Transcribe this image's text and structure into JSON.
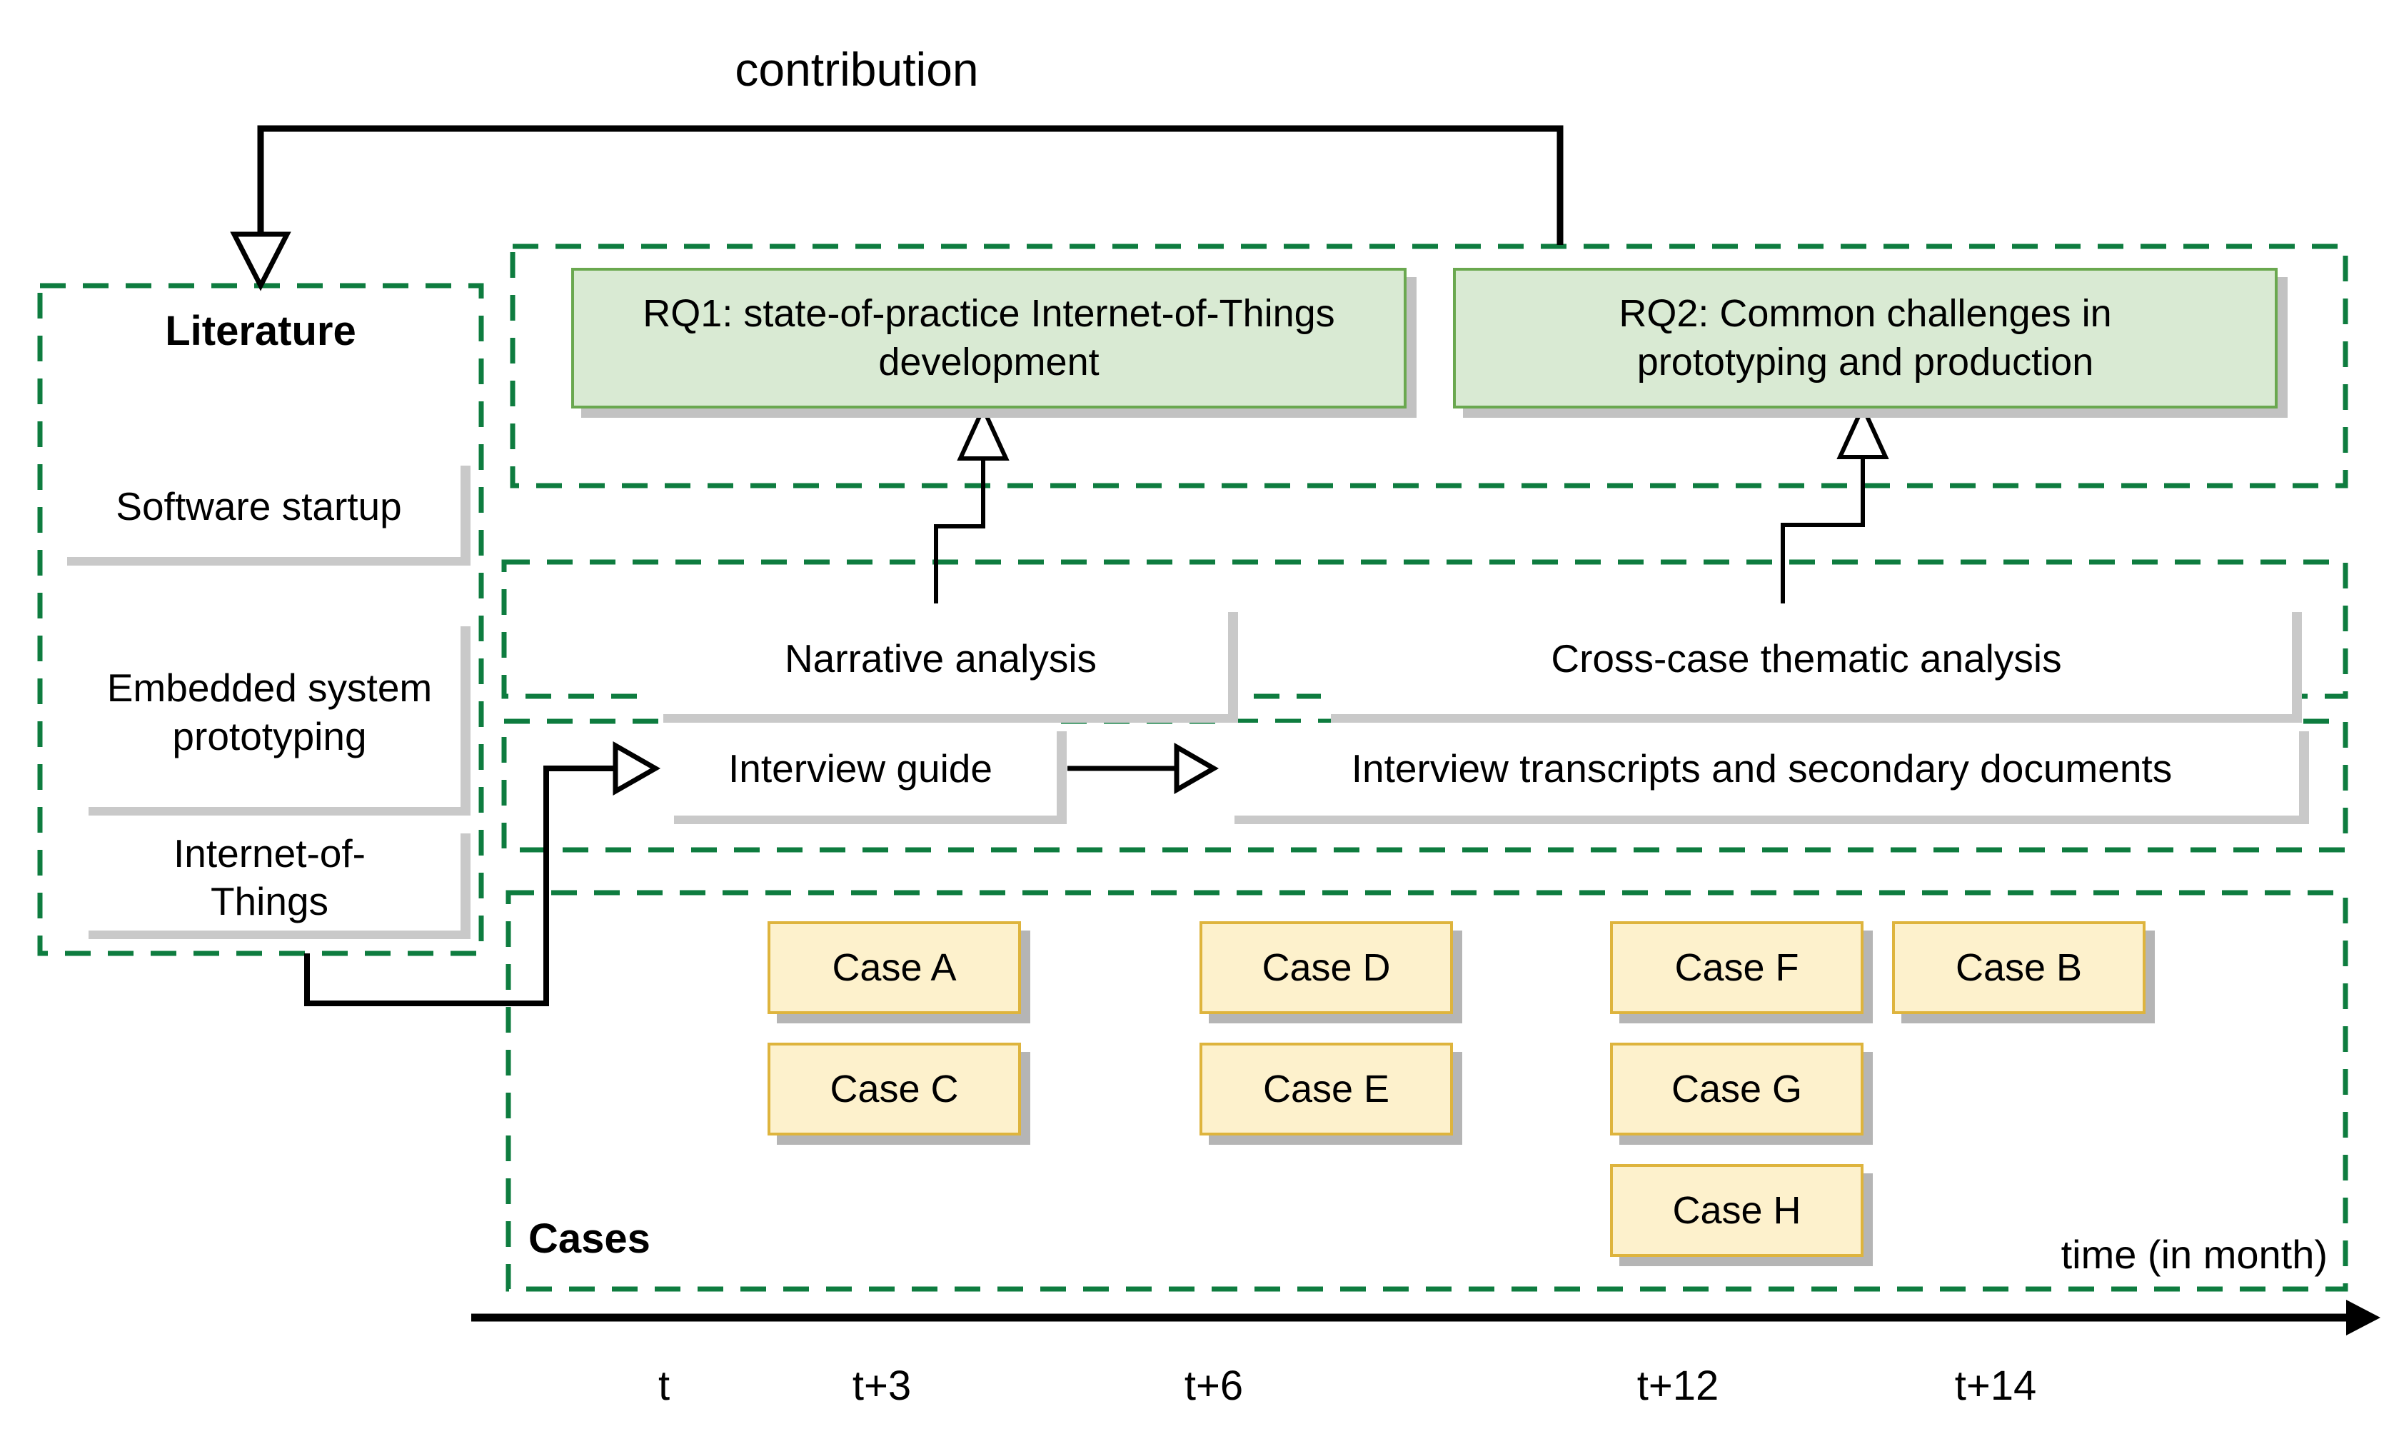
{
  "contribution": {
    "label": "contribution"
  },
  "literature": {
    "title": "Literature",
    "items": [
      {
        "label": "Software startup"
      },
      {
        "label": "Embedded system prototyping"
      },
      {
        "label": "Internet-of-Things"
      }
    ]
  },
  "research_questions": {
    "rq1": {
      "label": "RQ1: state-of-practice Internet-of-Things development"
    },
    "rq2": {
      "label": "RQ2: Common challenges in prototyping and production"
    }
  },
  "analysis": {
    "narrative": {
      "label": "Narrative analysis"
    },
    "cross_case": {
      "label": "Cross-case thematic analysis"
    }
  },
  "data_collection": {
    "interview_guide": {
      "label": "Interview guide"
    },
    "transcripts": {
      "label": "Interview transcripts and secondary documents"
    }
  },
  "cases": {
    "section_label": "Cases",
    "boxes": [
      {
        "label": "Case A"
      },
      {
        "label": "Case C"
      },
      {
        "label": "Case D"
      },
      {
        "label": "Case E"
      },
      {
        "label": "Case F"
      },
      {
        "label": "Case G"
      },
      {
        "label": "Case H"
      },
      {
        "label": "Case B"
      }
    ]
  },
  "timeline": {
    "axis_label": "time (in month)",
    "ticks": [
      {
        "label": "t"
      },
      {
        "label": "t+3"
      },
      {
        "label": "t+6"
      },
      {
        "label": "t+12"
      },
      {
        "label": "t+14"
      }
    ]
  },
  "colors": {
    "dashed_border_green": "#0e7c3f",
    "rq_fill": "#d9ead3",
    "rq_border": "#6aa84f",
    "case_fill": "#fdf1cc",
    "case_border": "#deb43d",
    "shadow_gray": "#c9c9c9",
    "connector_black": "#000000"
  }
}
